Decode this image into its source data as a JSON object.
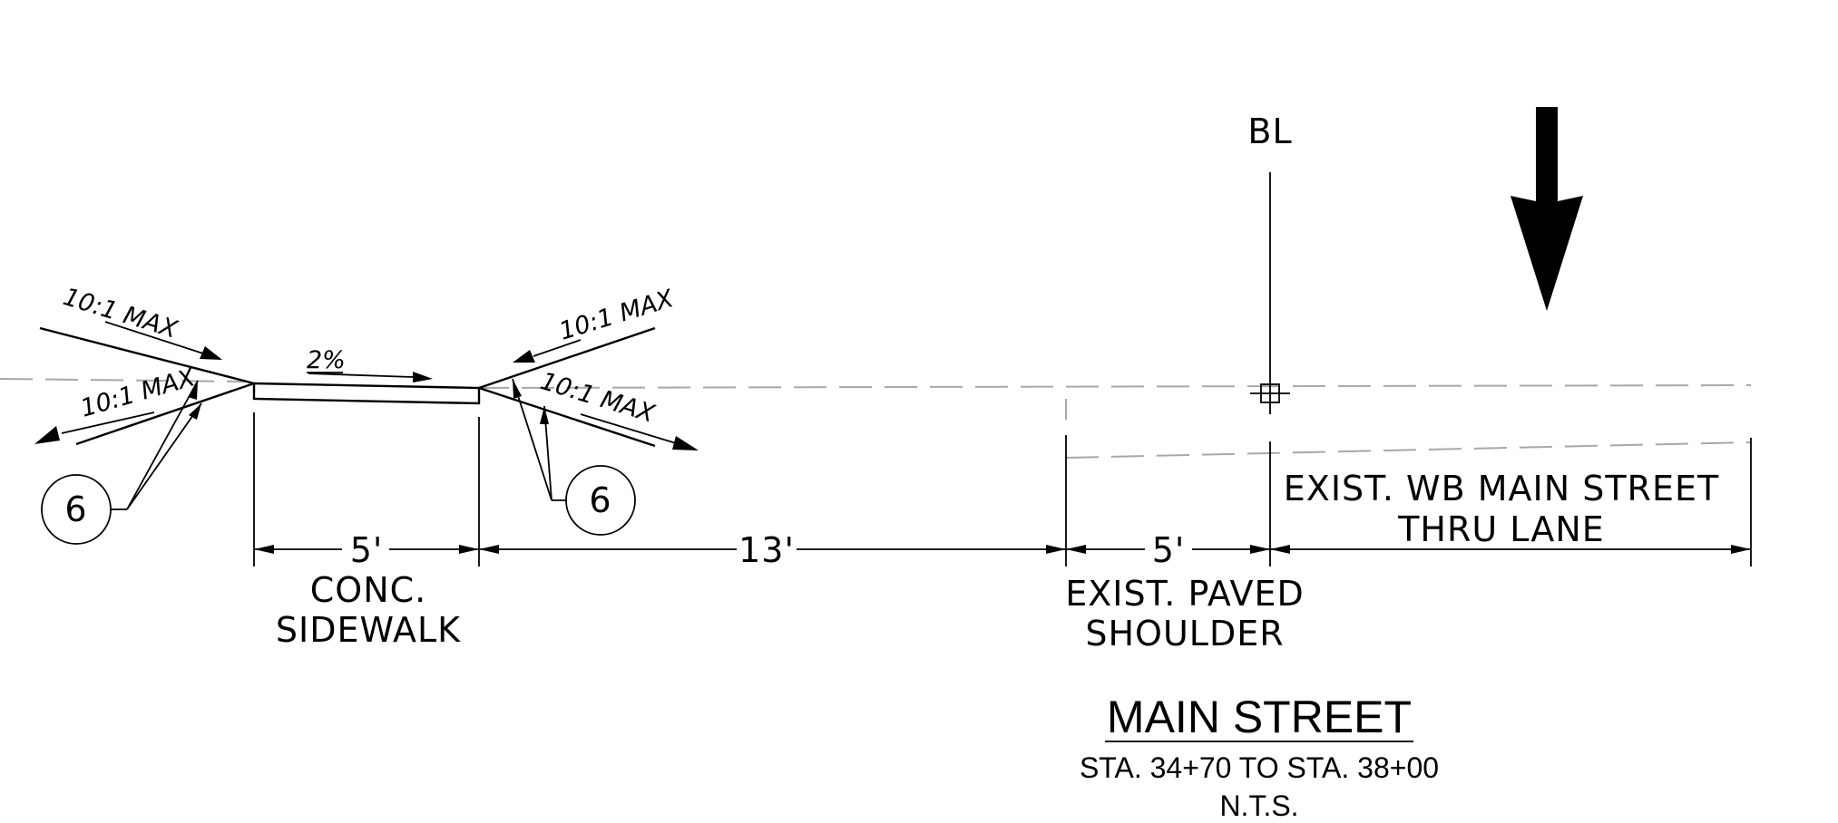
{
  "slope_labels": {
    "left_upper": "10:1 MAX",
    "left_lower": "10:1 MAX",
    "right_upper": "10:1 MAX",
    "right_lower": "10:1 MAX",
    "sidewalk_cross_slope": "2%"
  },
  "callouts": {
    "left": "6",
    "right": "6"
  },
  "baseline_label": "BL",
  "dimensions": {
    "sidewalk": "5'",
    "buffer": "13'",
    "shoulder": "5'"
  },
  "labels": {
    "sidewalk_line1": "CONC.",
    "sidewalk_line2": "SIDEWALK",
    "shoulder_line1": "EXIST. PAVED",
    "shoulder_line2": "SHOULDER",
    "lane_line1": "EXIST. WB MAIN STREET",
    "lane_line2": "THRU LANE"
  },
  "title": {
    "main": "MAIN STREET",
    "station": "STA. 34+70 TO STA. 38+00",
    "scale": "N.T.S."
  },
  "icons": {
    "direction_arrow": "down-arrow-icon",
    "baseline_marker": "baseline-square-icon"
  },
  "colors": {
    "ink": "#000000",
    "existing_ground": "#a8a8a8",
    "background": "#ffffff"
  }
}
